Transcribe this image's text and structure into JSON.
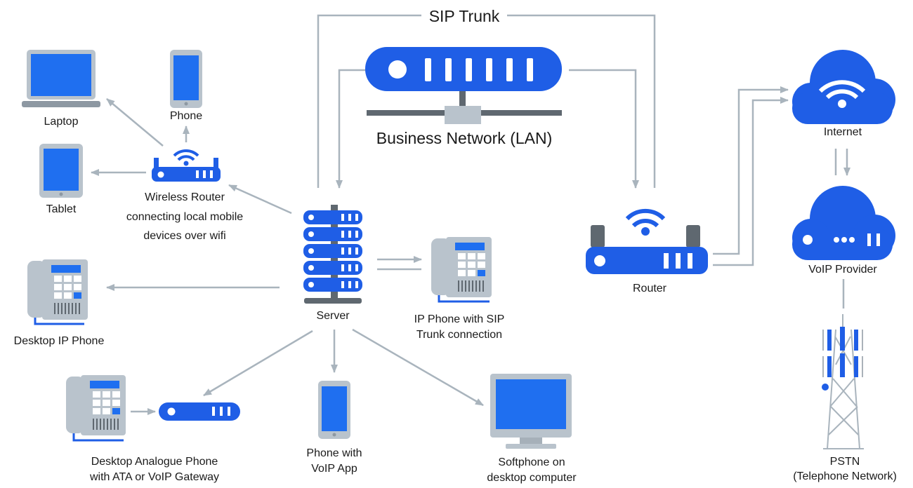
{
  "title": "Business Network (LAN)",
  "trunk_label": "SIP Trunk",
  "nodes": {
    "laptop": "Laptop",
    "phone": "Phone",
    "tablet": "Tablet",
    "wireless_router": [
      "Wireless Router",
      "connecting local mobile",
      "devices over wifi"
    ],
    "desktop_ip_phone": "Desktop IP Phone",
    "server": "Server",
    "ip_phone_sip": [
      "IP Phone with SIP",
      "Trunk connection"
    ],
    "analogue_phone": [
      "Desktop Analogue Phone",
      "with ATA or VoIP Gateway"
    ],
    "phone_voip_app": [
      "Phone with",
      "VoIP App"
    ],
    "softphone": [
      "Softphone on",
      "desktop computer"
    ],
    "router": "Router",
    "internet": "Internet",
    "voip_provider": "VoIP Provider",
    "pstn": [
      "PSTN",
      "(Telephone Network)"
    ]
  },
  "colors": {
    "device_blue": "#1f5ee6",
    "screen_blue": "#1f6ff0",
    "dark_blue": "#1548c8",
    "gray": "#b9c3cc",
    "line_gray": "#a9b4bd",
    "dark_gray": "#5f6870"
  }
}
